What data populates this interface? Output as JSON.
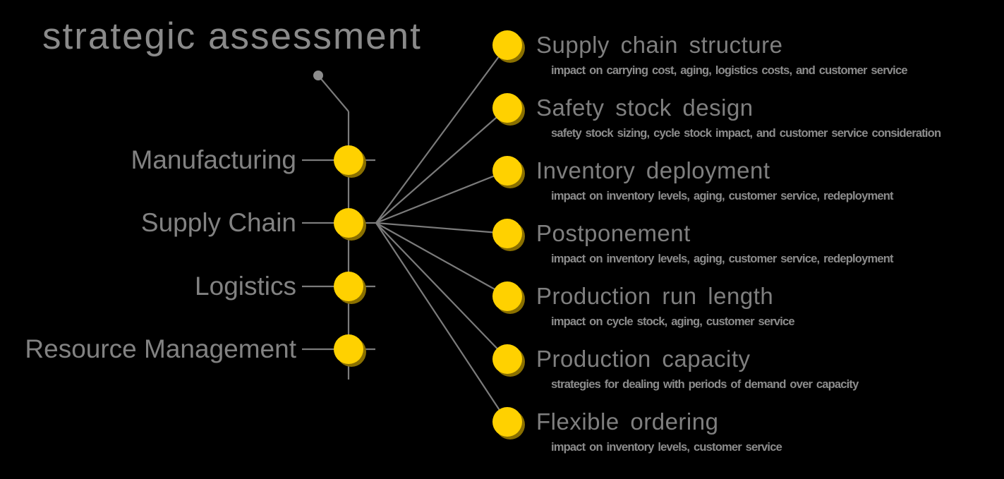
{
  "title": "strategic assessment",
  "colors": {
    "background": "#000000",
    "node_fill": "#FFD100",
    "node_shadow": "#8A7000",
    "connector_line": "#7B7B7B",
    "anchor_dot": "#8C8C8C",
    "title_text": "#8A8A8A",
    "label_text": "#828282",
    "heading_text": "#7F7F7F",
    "subtext": "#8C8C8C"
  },
  "left_nodes": [
    {
      "label": "Manufacturing"
    },
    {
      "label": "Supply Chain"
    },
    {
      "label": "Logistics"
    },
    {
      "label": "Resource Management"
    }
  ],
  "right_items": [
    {
      "title": "Supply chain structure",
      "description": "impact on carrying cost, aging, logistics costs, and customer service"
    },
    {
      "title": "Safety stock design",
      "description": "safety stock sizing, cycle stock impact, and customer service consideration"
    },
    {
      "title": "Inventory deployment",
      "description": "impact on inventory levels, aging, customer service, redeployment"
    },
    {
      "title": "Postponement",
      "description": "impact on inventory levels, aging, customer service, redeployment"
    },
    {
      "title": "Production run length",
      "description": "impact on cycle stock, aging, customer service"
    },
    {
      "title": "Production capacity",
      "description": "strategies for dealing with periods of demand over capacity"
    },
    {
      "title": "Flexible ordering",
      "description": "impact on inventory levels, customer service"
    }
  ]
}
